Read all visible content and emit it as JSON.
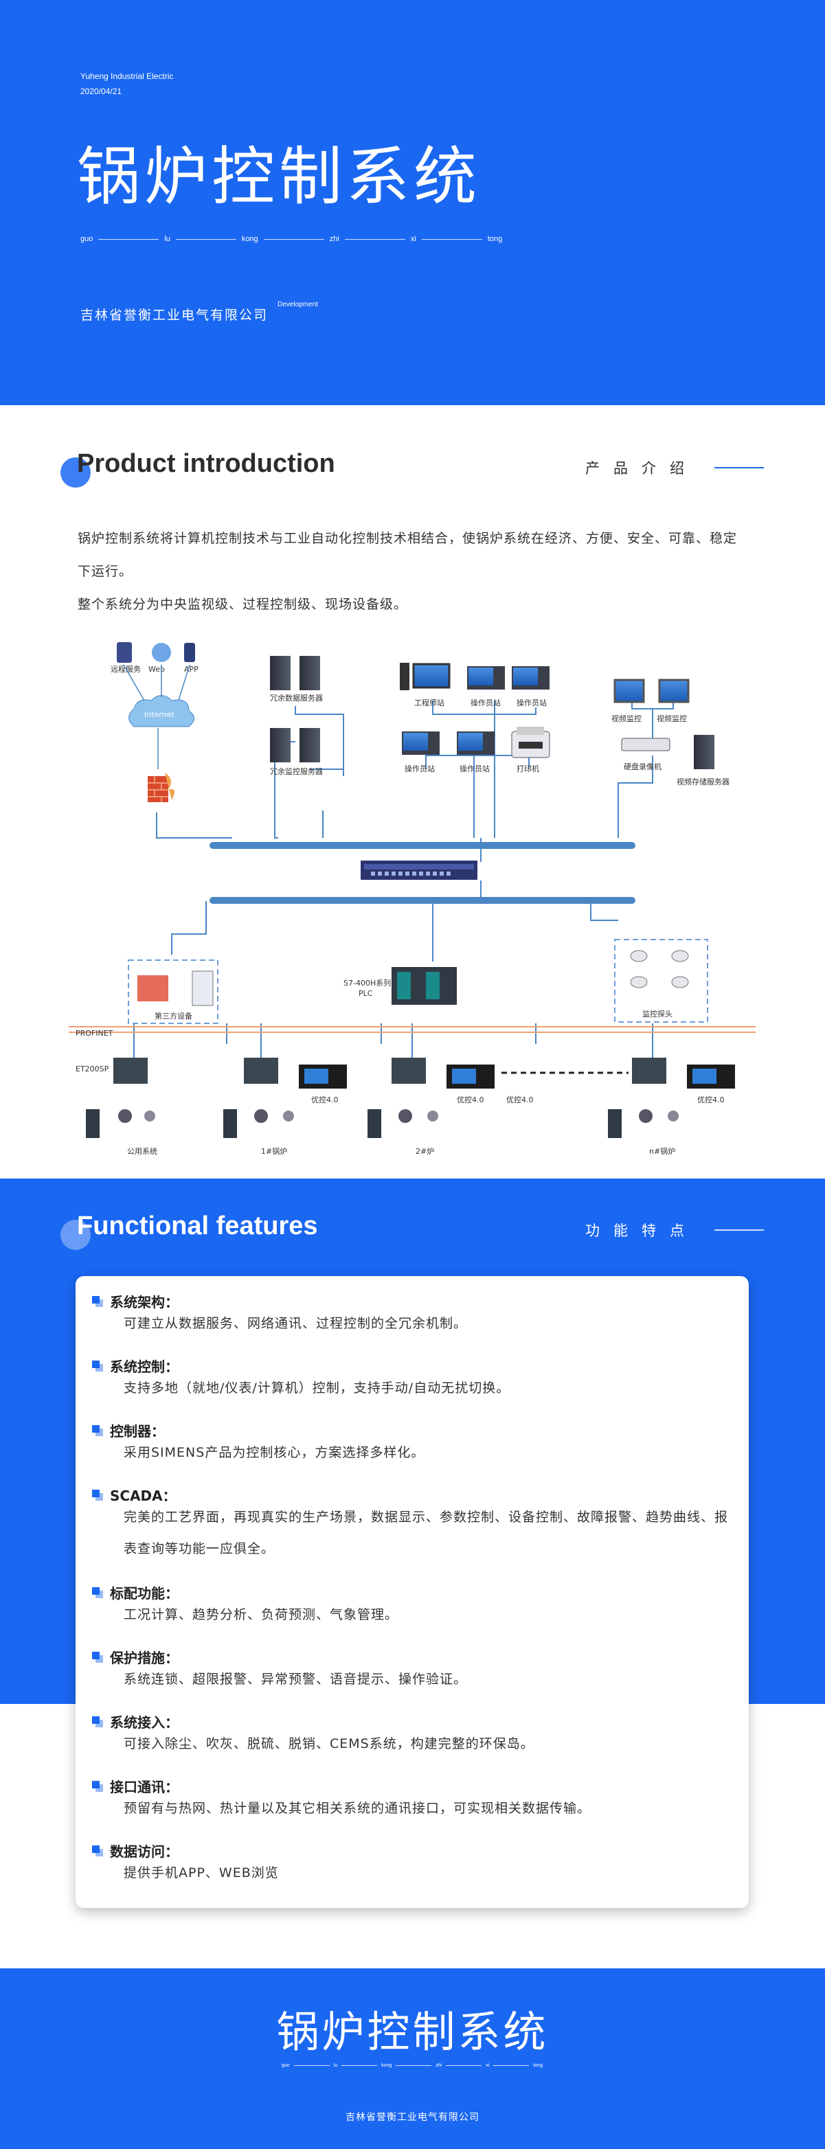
{
  "hero": {
    "company_en": "Yuheng Industrial Electric",
    "date": "2020/04/21",
    "title": "锅炉控制系统",
    "pinyin": [
      "guo",
      "lu",
      "kong",
      "zhi",
      "xi",
      "tong"
    ],
    "company_cn": "吉林省誉衡工业电气有限公司",
    "dev": "Development"
  },
  "intro": {
    "heading_en": "Product introduction",
    "heading_cn": "产品介绍",
    "paragraphs": [
      "锅炉控制系统将计算机控制技术与工业自动化控制技术相结合，使锅炉系统在经济、方便、安全、可靠、稳定下运行。",
      "整个系统分为中央监视级、过程控制级、现场设备级。"
    ]
  },
  "diagram": {
    "labels": {
      "remote": "远程服务",
      "web": "Web",
      "app": "APP",
      "internet": "Internet",
      "redundant_db": "冗余数据服务器",
      "redundant_mon": "冗余监控服务器",
      "eng_station": "工程师站",
      "op_station1": "操作员站",
      "op_station2": "操作员站",
      "op_station3": "操作员站",
      "op_station4": "操作员站",
      "printer": "打印机",
      "video1": "视频监控",
      "video2": "视频监控",
      "dvr": "硬盘录像机",
      "video_storage": "视频存储服务器",
      "plc": "S7-400H系列",
      "plc2": "PLC",
      "third_party": "第三方设备",
      "camera": "监控探头",
      "profinet": "PROFINET",
      "et200sp": "ET200SP",
      "hmi1": "优控4.0",
      "hmi2": "优控4.0",
      "hmi3": "优控4.0",
      "hmi4": "优控4.0",
      "sys_common": "公用系统",
      "boiler1": "1#锅炉",
      "boiler2": "2#炉",
      "boilern": "n#锅炉"
    }
  },
  "features": {
    "heading_en": "Functional features",
    "heading_cn": "功能特点",
    "items": [
      {
        "title": "系统架构：",
        "desc": "可建立从数据服务、网络通讯、过程控制的全冗余机制。"
      },
      {
        "title": "系统控制：",
        "desc": "支持多地（就地/仪表/计算机）控制，支持手动/自动无扰切换。"
      },
      {
        "title": "控制器：",
        "desc": "采用SIMENS产品为控制核心，方案选择多样化。"
      },
      {
        "title": "SCADA：",
        "desc": "完美的工艺界面，再现真实的生产场景，数据显示、参数控制、设备控制、故障报警、趋势曲线、报表查询等功能一应俱全。"
      },
      {
        "title": "标配功能：",
        "desc": "工况计算、趋势分析、负荷预测、气象管理。"
      },
      {
        "title": "保护措施：",
        "desc": "系统连锁、超限报警、异常预警、语音提示、操作验证。"
      },
      {
        "title": "系统接入：",
        "desc": "可接入除尘、吹灰、脱硫、脱销、CEMS系统，构建完整的环保岛。"
      },
      {
        "title": "接口通讯：",
        "desc": "预留有与热网、热计量以及其它相关系统的通讯接口，可实现相关数据传输。"
      },
      {
        "title": "数据访问：",
        "desc": "提供手机APP、WEB浏览"
      }
    ]
  },
  "footer": {
    "title": "锅炉控制系统",
    "pinyin": [
      "guo",
      "lu",
      "kong",
      "zhi",
      "xi",
      "tong"
    ],
    "company": "吉林省誉衡工业电气有限公司"
  },
  "colors": {
    "brand_blue": "#1a67f2",
    "bus_blue": "#4a86c5"
  }
}
